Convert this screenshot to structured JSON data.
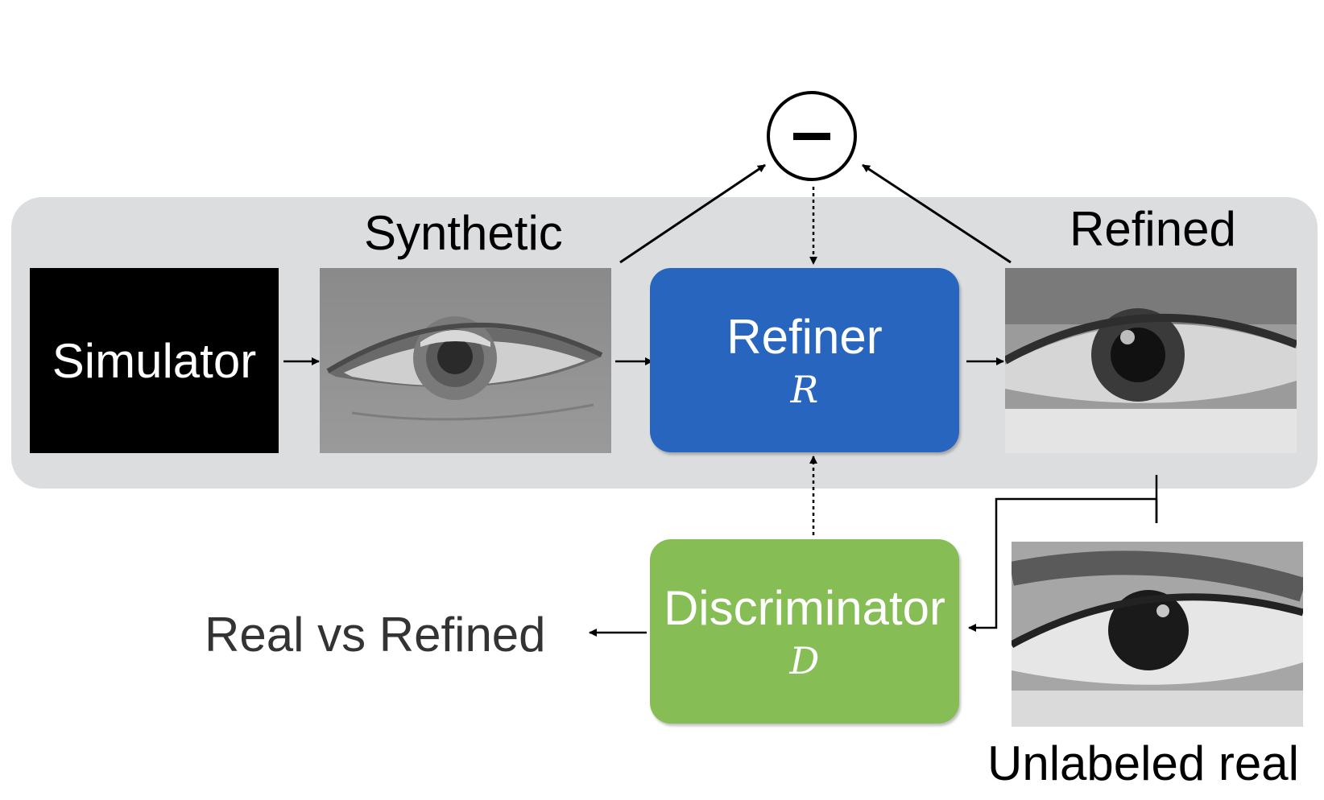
{
  "diagram": {
    "nodes": {
      "simulator": {
        "label": "Simulator"
      },
      "refiner": {
        "label": "Refiner",
        "symbol": "R",
        "color": "#2865bf"
      },
      "discriminator": {
        "label": "Discriminator",
        "symbol": "D",
        "color": "#86bd55"
      },
      "minus": {
        "symbol": "−"
      }
    },
    "images": {
      "synthetic": {
        "caption": "Synthetic"
      },
      "refined": {
        "caption": "Refined"
      },
      "unlabeled": {
        "caption": "Unlabeled real"
      }
    },
    "output": {
      "label": "Real vs Refined"
    },
    "colors": {
      "panel": "#dcdddf",
      "arrow": "#000000"
    }
  }
}
